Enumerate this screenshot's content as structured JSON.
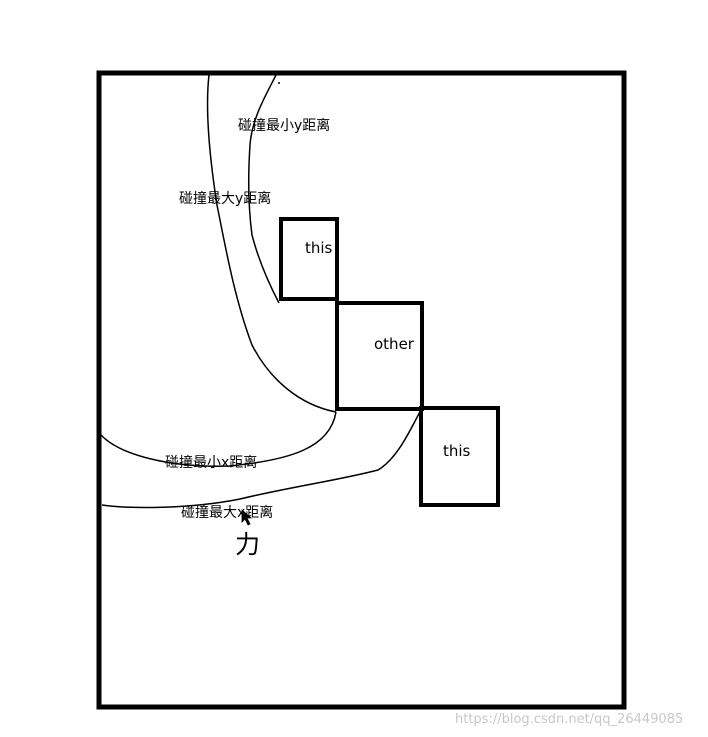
{
  "labels": {
    "min_y": "碰撞最小y距离",
    "max_y": "碰撞最大y距离",
    "min_x": "碰撞最小x距离",
    "max_x": "碰撞最大x距离",
    "force": "力"
  },
  "boxes": {
    "this_top": "this",
    "other": "other",
    "this_right": "this"
  },
  "watermark": "https://blog.csdn.net/qq_26449085"
}
